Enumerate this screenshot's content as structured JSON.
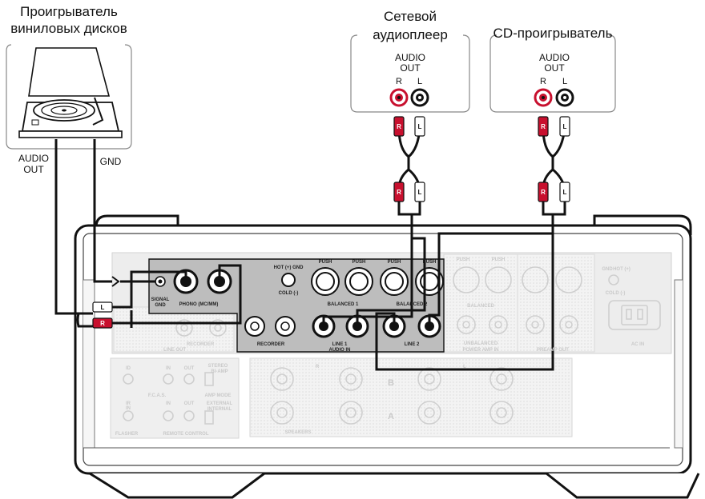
{
  "sources": {
    "turntable": {
      "title_line1": "Проигрыватель",
      "title_line2": "виниловых дисков",
      "audio_out_line1": "AUDIO",
      "audio_out_line2": "OUT",
      "gnd": "GND"
    },
    "network_player": {
      "title_line1": "Сетевой",
      "title_line2": "аудиоплеер",
      "audio_line1": "AUDIO",
      "audio_line2": "OUT",
      "r": "R",
      "l": "L"
    },
    "cd_player": {
      "title": "CD-проигрыватель",
      "audio_line1": "AUDIO",
      "audio_line2": "OUT",
      "r": "R",
      "l": "L"
    }
  },
  "cable_plugs": {
    "right": "R",
    "left": "L"
  },
  "amplifier_panel": {
    "signal_gnd_1": "SIGNAL",
    "signal_gnd_2": "GND",
    "phono": "PHONO (MC/MM)",
    "hot_gnd": "HOT (+)   GND",
    "cold": "COLD (-)",
    "push": "PUSH",
    "balanced1": "BALANCED 1",
    "balanced2": "BALANCED 2",
    "balanced": "BALANCED",
    "recorder": "RECORDER",
    "line1": "LINE 1",
    "line2": "LINE 2",
    "audio_in": "AUDIO IN",
    "line_out": "LINE OUT",
    "unbalanced": "UNBALANCED",
    "power_amp_in": "POWER AMP IN",
    "preamp_out": "PREAMP OUT",
    "ac_in": "AC IN",
    "gnd": "GND",
    "hot": "HOT (+)",
    "cold2": "COLD (-)",
    "id": "ID",
    "in": "IN",
    "out": "OUT",
    "fcas": "F.C.A.S.",
    "stereo": "STEREO",
    "biamp": "BI-AMP",
    "amp_mode": "AMP MODE",
    "external": "EXTERNAL",
    "internal": "INTERNAL",
    "ir_in_1": "IR",
    "ir_in_2": "IN",
    "flasher": "FLASHER",
    "remote_control": "REMOTE CONTROL",
    "speakers": "SPEAKERS",
    "b": "B",
    "a": "A",
    "r": "R",
    "l": "L"
  },
  "colors": {
    "red": "#c8102e",
    "black": "#111111",
    "panel_dark": "#bcbcbc",
    "panel_light": "#ebebeb"
  }
}
